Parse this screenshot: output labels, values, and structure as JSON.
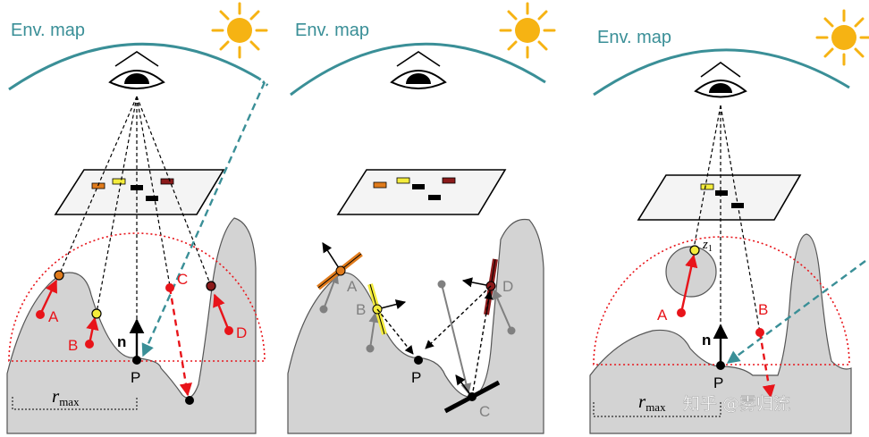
{
  "panels": [
    {
      "env_label": "Env. map",
      "normal_label": "n",
      "point_label": "P",
      "radius_label_main": "r",
      "radius_label_sub": "max",
      "sample_labels": [
        "A",
        "B",
        "C",
        "D"
      ]
    },
    {
      "env_label": "Env. map",
      "point_label": "P",
      "sample_labels": [
        "A",
        "B",
        "C",
        "D"
      ]
    },
    {
      "env_label": "Env. map",
      "normal_label": "n",
      "point_label": "P",
      "radius_label_main": "r",
      "radius_label_sub": "max",
      "sample_labels": [
        "A",
        "B"
      ],
      "z_label_main": "z",
      "z_label_sub": "1"
    }
  ],
  "watermark": "知乎 @雾归流",
  "colors": {
    "env_arc": "#3a8f97",
    "sun": "#f6b313",
    "terrain": "#d3d3d3",
    "sample_red": "#e8141a",
    "patch_orange": "#e07b1c",
    "patch_yellow": "#f4ec3c",
    "patch_darkred": "#8b1a1a"
  }
}
